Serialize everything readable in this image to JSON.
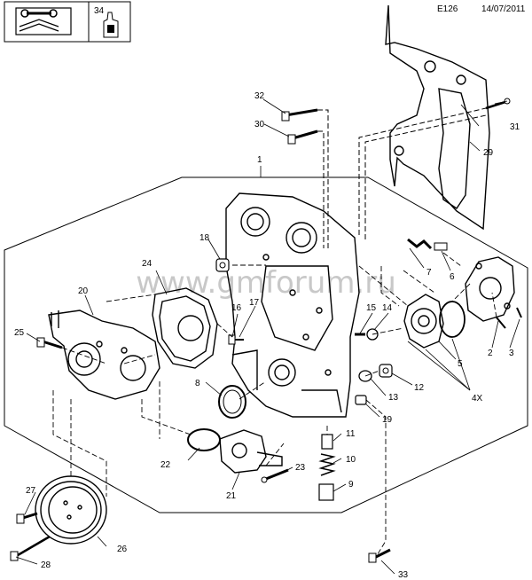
{
  "header": {
    "code": "E126",
    "date": "14/07/2011",
    "ref_box_number": "34"
  },
  "watermark": "www.gmforum.ru",
  "part_numbers": [
    "1",
    "2",
    "3",
    "4X",
    "5",
    "6",
    "7",
    "8",
    "9",
    "10",
    "11",
    "12",
    "13",
    "14",
    "15",
    "16",
    "17",
    "18",
    "19",
    "20",
    "21",
    "22",
    "23",
    "24",
    "25",
    "26",
    "27",
    "28",
    "29",
    "30",
    "31",
    "32",
    "33"
  ],
  "icons": [
    "wrench-book-icon",
    "sealant-tube-icon"
  ]
}
